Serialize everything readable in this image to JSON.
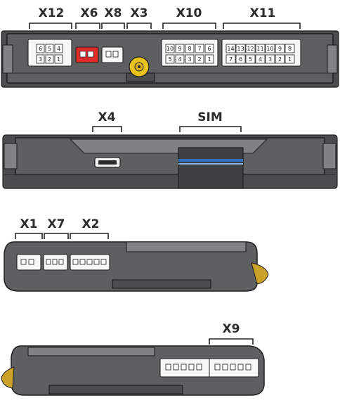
{
  "views": {
    "top": {
      "labels": {
        "x12": "X12",
        "x6": "X6",
        "x8": "X8",
        "x3": "X3",
        "x10": "X10",
        "x11": "X11"
      },
      "x12_pins": {
        "row1": [
          "6",
          "5",
          "4"
        ],
        "row2": [
          "3",
          "2",
          "1"
        ]
      },
      "x10_pins": {
        "row1": [
          "10",
          "9",
          "8",
          "7",
          "6"
        ],
        "row2": [
          "5",
          "4",
          "3",
          "2",
          "1"
        ]
      },
      "x11_pins": {
        "row1": [
          "14",
          "13",
          "12",
          "11",
          "10",
          "9",
          "8"
        ],
        "row2": [
          "7",
          "6",
          "5",
          "4",
          "3",
          "2",
          "1"
        ]
      }
    },
    "front": {
      "labels": {
        "x4": "X4",
        "sim": "SIM"
      }
    },
    "left_side": {
      "labels": {
        "x1": "X1",
        "x7": "X7",
        "x2": "X2"
      }
    },
    "right_side": {
      "labels": {
        "x9": "X9"
      }
    }
  },
  "colors": {
    "housing": "#5d5f61",
    "x6_connector": "#e02b2b",
    "x3_antenna": "#e8c21a",
    "sim_stripe": "#2f6fc0"
  }
}
